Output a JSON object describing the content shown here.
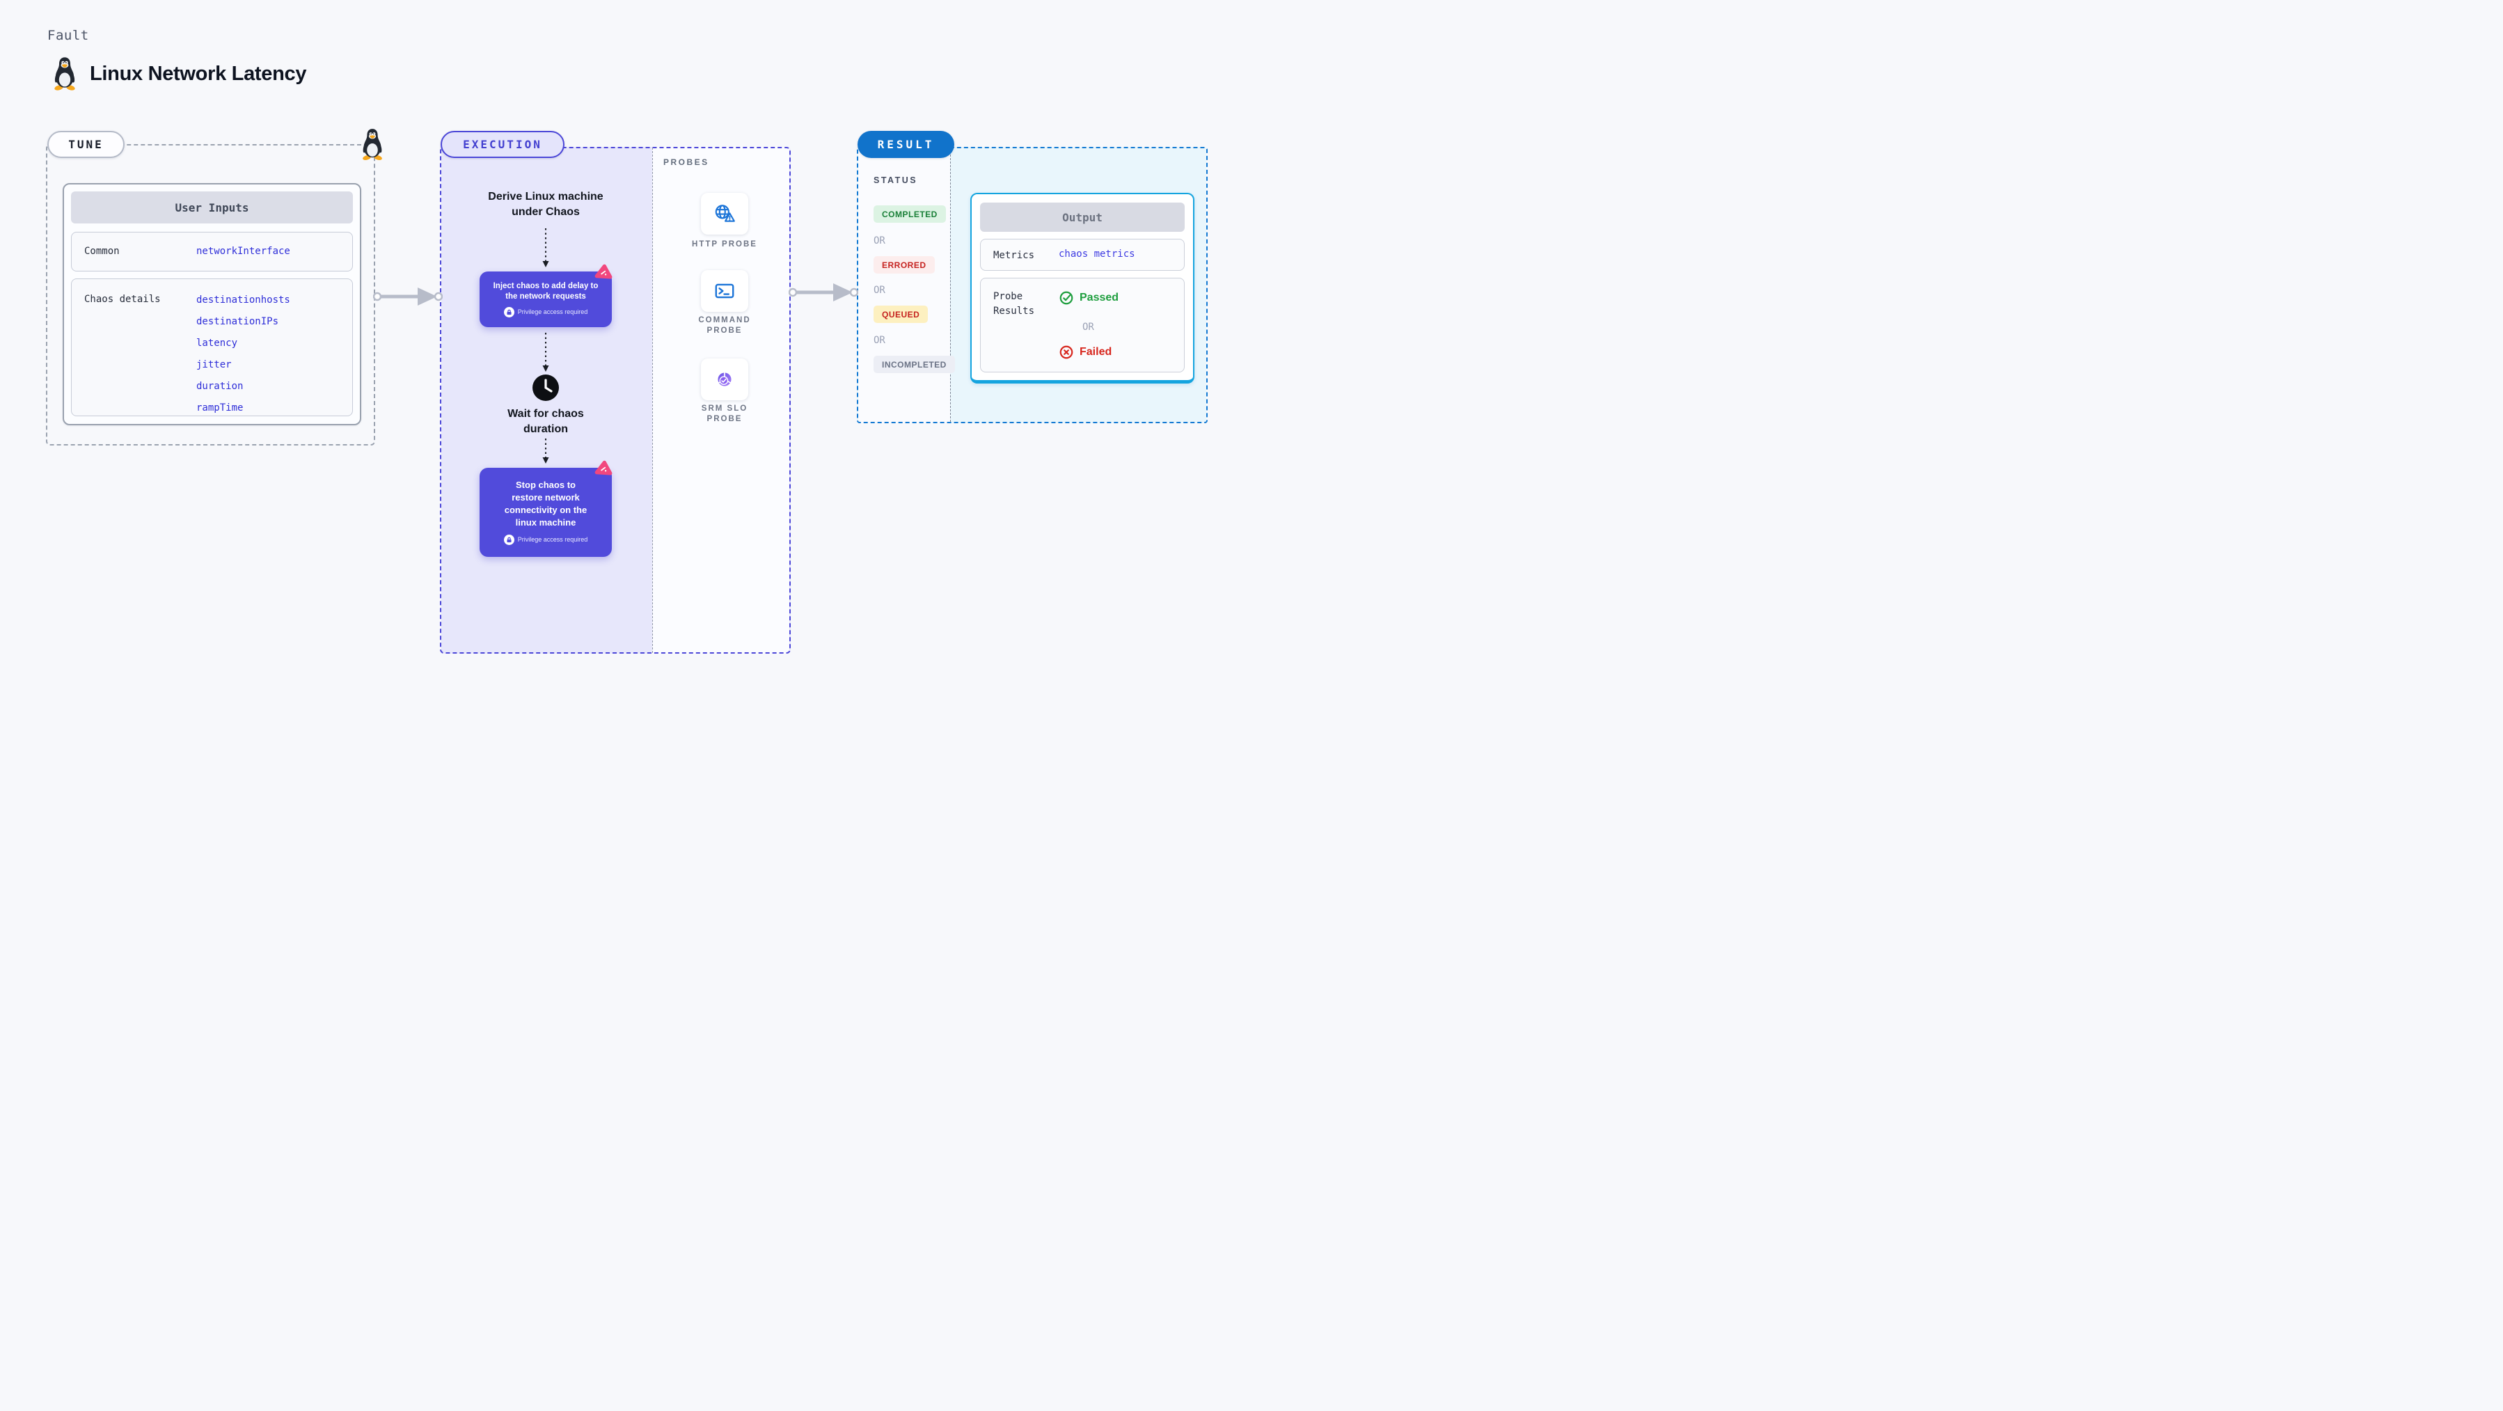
{
  "header": {
    "eyebrow": "Fault",
    "title": "Linux Network Latency"
  },
  "tune": {
    "badge": "TUNE",
    "card": {
      "header": "User Inputs",
      "rows": [
        {
          "label": "Common",
          "values": [
            "networkInterface"
          ]
        },
        {
          "label": "Chaos details",
          "values": [
            "destinationhosts",
            "destinationIPs",
            "latency",
            "jitter",
            "duration",
            "rampTime"
          ]
        }
      ]
    }
  },
  "execution": {
    "badge": "EXECUTION",
    "derive": "Derive Linux machine\nunder Chaos",
    "inject": {
      "text": "Inject chaos to add delay to\nthe network requests",
      "privilege": "Privilege access required"
    },
    "wait": "Wait for chaos\nduration",
    "stop": {
      "text": "Stop chaos to\nrestore network\nconnectivity on the\nlinux machine",
      "privilege": "Privilege access required"
    }
  },
  "probes": {
    "label": "PROBES",
    "items": [
      {
        "name": "HTTP PROBE",
        "icon": "globe-alert-icon"
      },
      {
        "name": "COMMAND PROBE",
        "icon": "terminal-icon"
      },
      {
        "name": "SRM SLO PROBE",
        "icon": "slo-pie-icon"
      }
    ]
  },
  "result": {
    "badge": "RESULT",
    "status": {
      "label": "STATUS",
      "separator": "OR",
      "states": [
        {
          "label": "COMPLETED",
          "fg": "#1a8038",
          "bg": "#dcf3e3"
        },
        {
          "label": "ERRORED",
          "fg": "#c5221f",
          "bg": "#fceded"
        },
        {
          "label": "QUEUED",
          "fg": "#c5221f",
          "bg": "#fdf0c0"
        },
        {
          "label": "INCOMPLETED",
          "fg": "#6a7285",
          "bg": "#eceef5"
        }
      ]
    },
    "output": {
      "header": "Output",
      "metrics": {
        "label": "Metrics",
        "value": "chaos metrics"
      },
      "probe_results": {
        "label": "Probe Results",
        "passed": "Passed",
        "separator": "OR",
        "failed": "Failed"
      }
    }
  },
  "colors": {
    "node_indigo": "#514bdb",
    "execution_accent": "#4b46d8",
    "result_accent": "#1173cb",
    "output_border": "#14a4df",
    "probe_blue": "#1b74d8",
    "slo_purple": "#8b5ff0",
    "chaos_pink": "#f1477e",
    "passed_green": "#1e9e3e",
    "failed_red": "#d7261d",
    "value_blue": "#2e2ed8"
  }
}
